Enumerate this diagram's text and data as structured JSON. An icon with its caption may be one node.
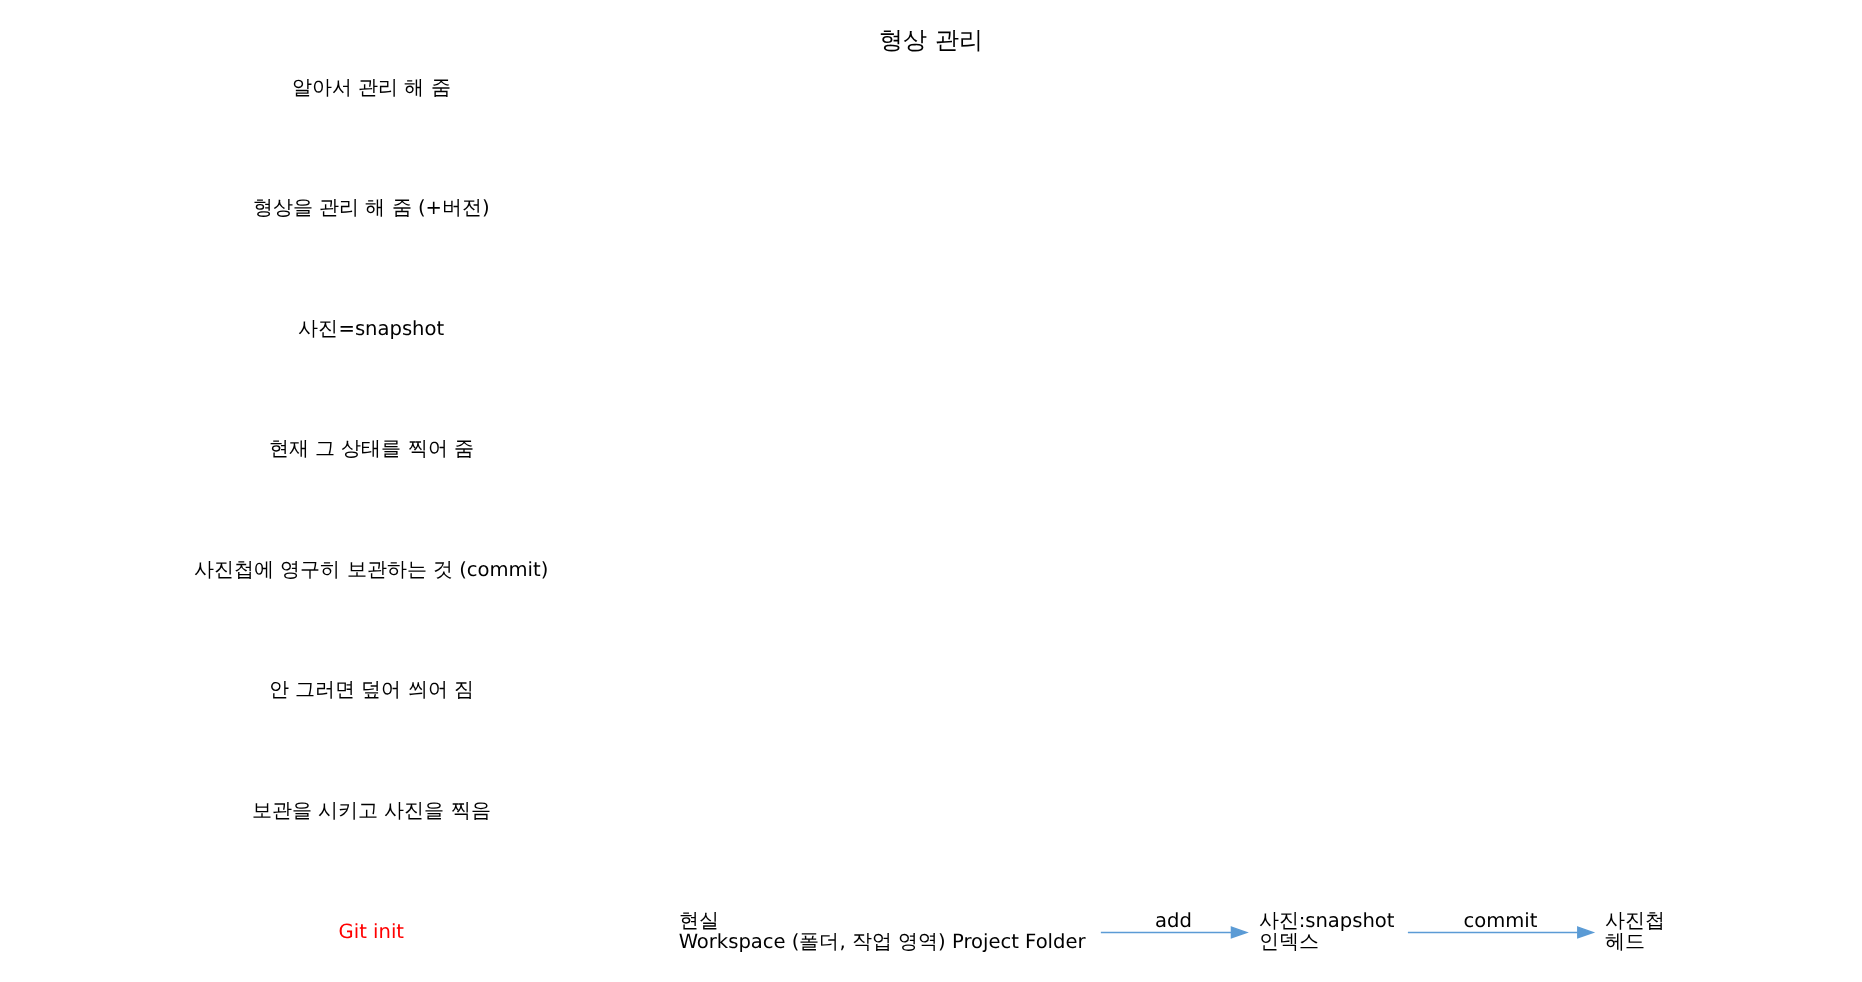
{
  "diagram": {
    "title": "형상 관리",
    "nodes": [
      {
        "text": [
          "현실",
          "Workspace (폴더, 작업 영역) Project Folder"
        ]
      },
      {
        "text": [
          "사진:snapshot",
          "인덱스"
        ]
      },
      {
        "text": [
          "사진첩",
          "헤드"
        ]
      }
    ],
    "edges": [
      {
        "from": 0,
        "to": 1,
        "arrow": "to",
        "label": "add"
      },
      {
        "from": 1,
        "to": 2,
        "arrow": "to",
        "label": "commit"
      }
    ],
    "labels": [
      "알아서 관리 해 줌",
      "형상을 관리 해 줌 (+버전)",
      "사진=snapshot",
      "현재 그 상태를 찍어 줌",
      "사진첩에 영구히 보관하는 것 (commit)",
      "안 그러면 덮어 씌어 짐",
      "보관을 시키고 사진을 찍음",
      "Git init"
    ]
  }
}
